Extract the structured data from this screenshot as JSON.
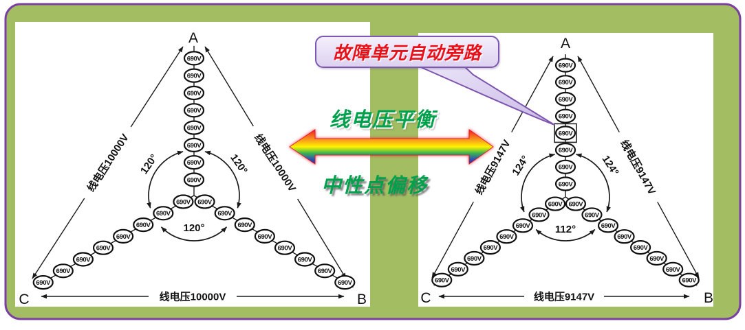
{
  "slide": {
    "background_color": "#a3bd62",
    "border_color": "#7b3fa2",
    "panel_color": "#ffffff"
  },
  "callout": {
    "label": "故障单元自动旁路",
    "text_color": "#e8111a",
    "fill": "#e9e2f6",
    "border": "#7e57b2"
  },
  "center_annotations": {
    "top": "线电压平衡",
    "bottom": "中性点偏移",
    "text_color": "#00a14d",
    "rainbow_arrow_colors": [
      "#ee1c24",
      "#f7941d",
      "#fff200",
      "#3db54a",
      "#2b2f90"
    ]
  },
  "diagrams": {
    "left": {
      "vertices": {
        "top": "A",
        "bottom_left": "C",
        "bottom_right": "B"
      },
      "cell_label": "690V",
      "cells_per_phase": 8,
      "angles": {
        "left": "120°",
        "right": "120°",
        "bottom": "120°"
      },
      "edge_labels": {
        "left": "线电压10000V",
        "right": "线电压10000V",
        "bottom": "线电压10000V"
      },
      "bypassed_cell": null
    },
    "right": {
      "vertices": {
        "top": "A",
        "bottom_left": "C",
        "bottom_right": "B"
      },
      "cell_label": "690V",
      "cells_per_phase": 8,
      "angles": {
        "left": "124°",
        "right": "124°",
        "bottom": "112°"
      },
      "edge_labels": {
        "left": "线电压9147V",
        "right": "线电压9147V",
        "bottom": "线电压9147V"
      },
      "bypassed_cell": {
        "branch": "top",
        "index_from_top": 5
      }
    }
  }
}
